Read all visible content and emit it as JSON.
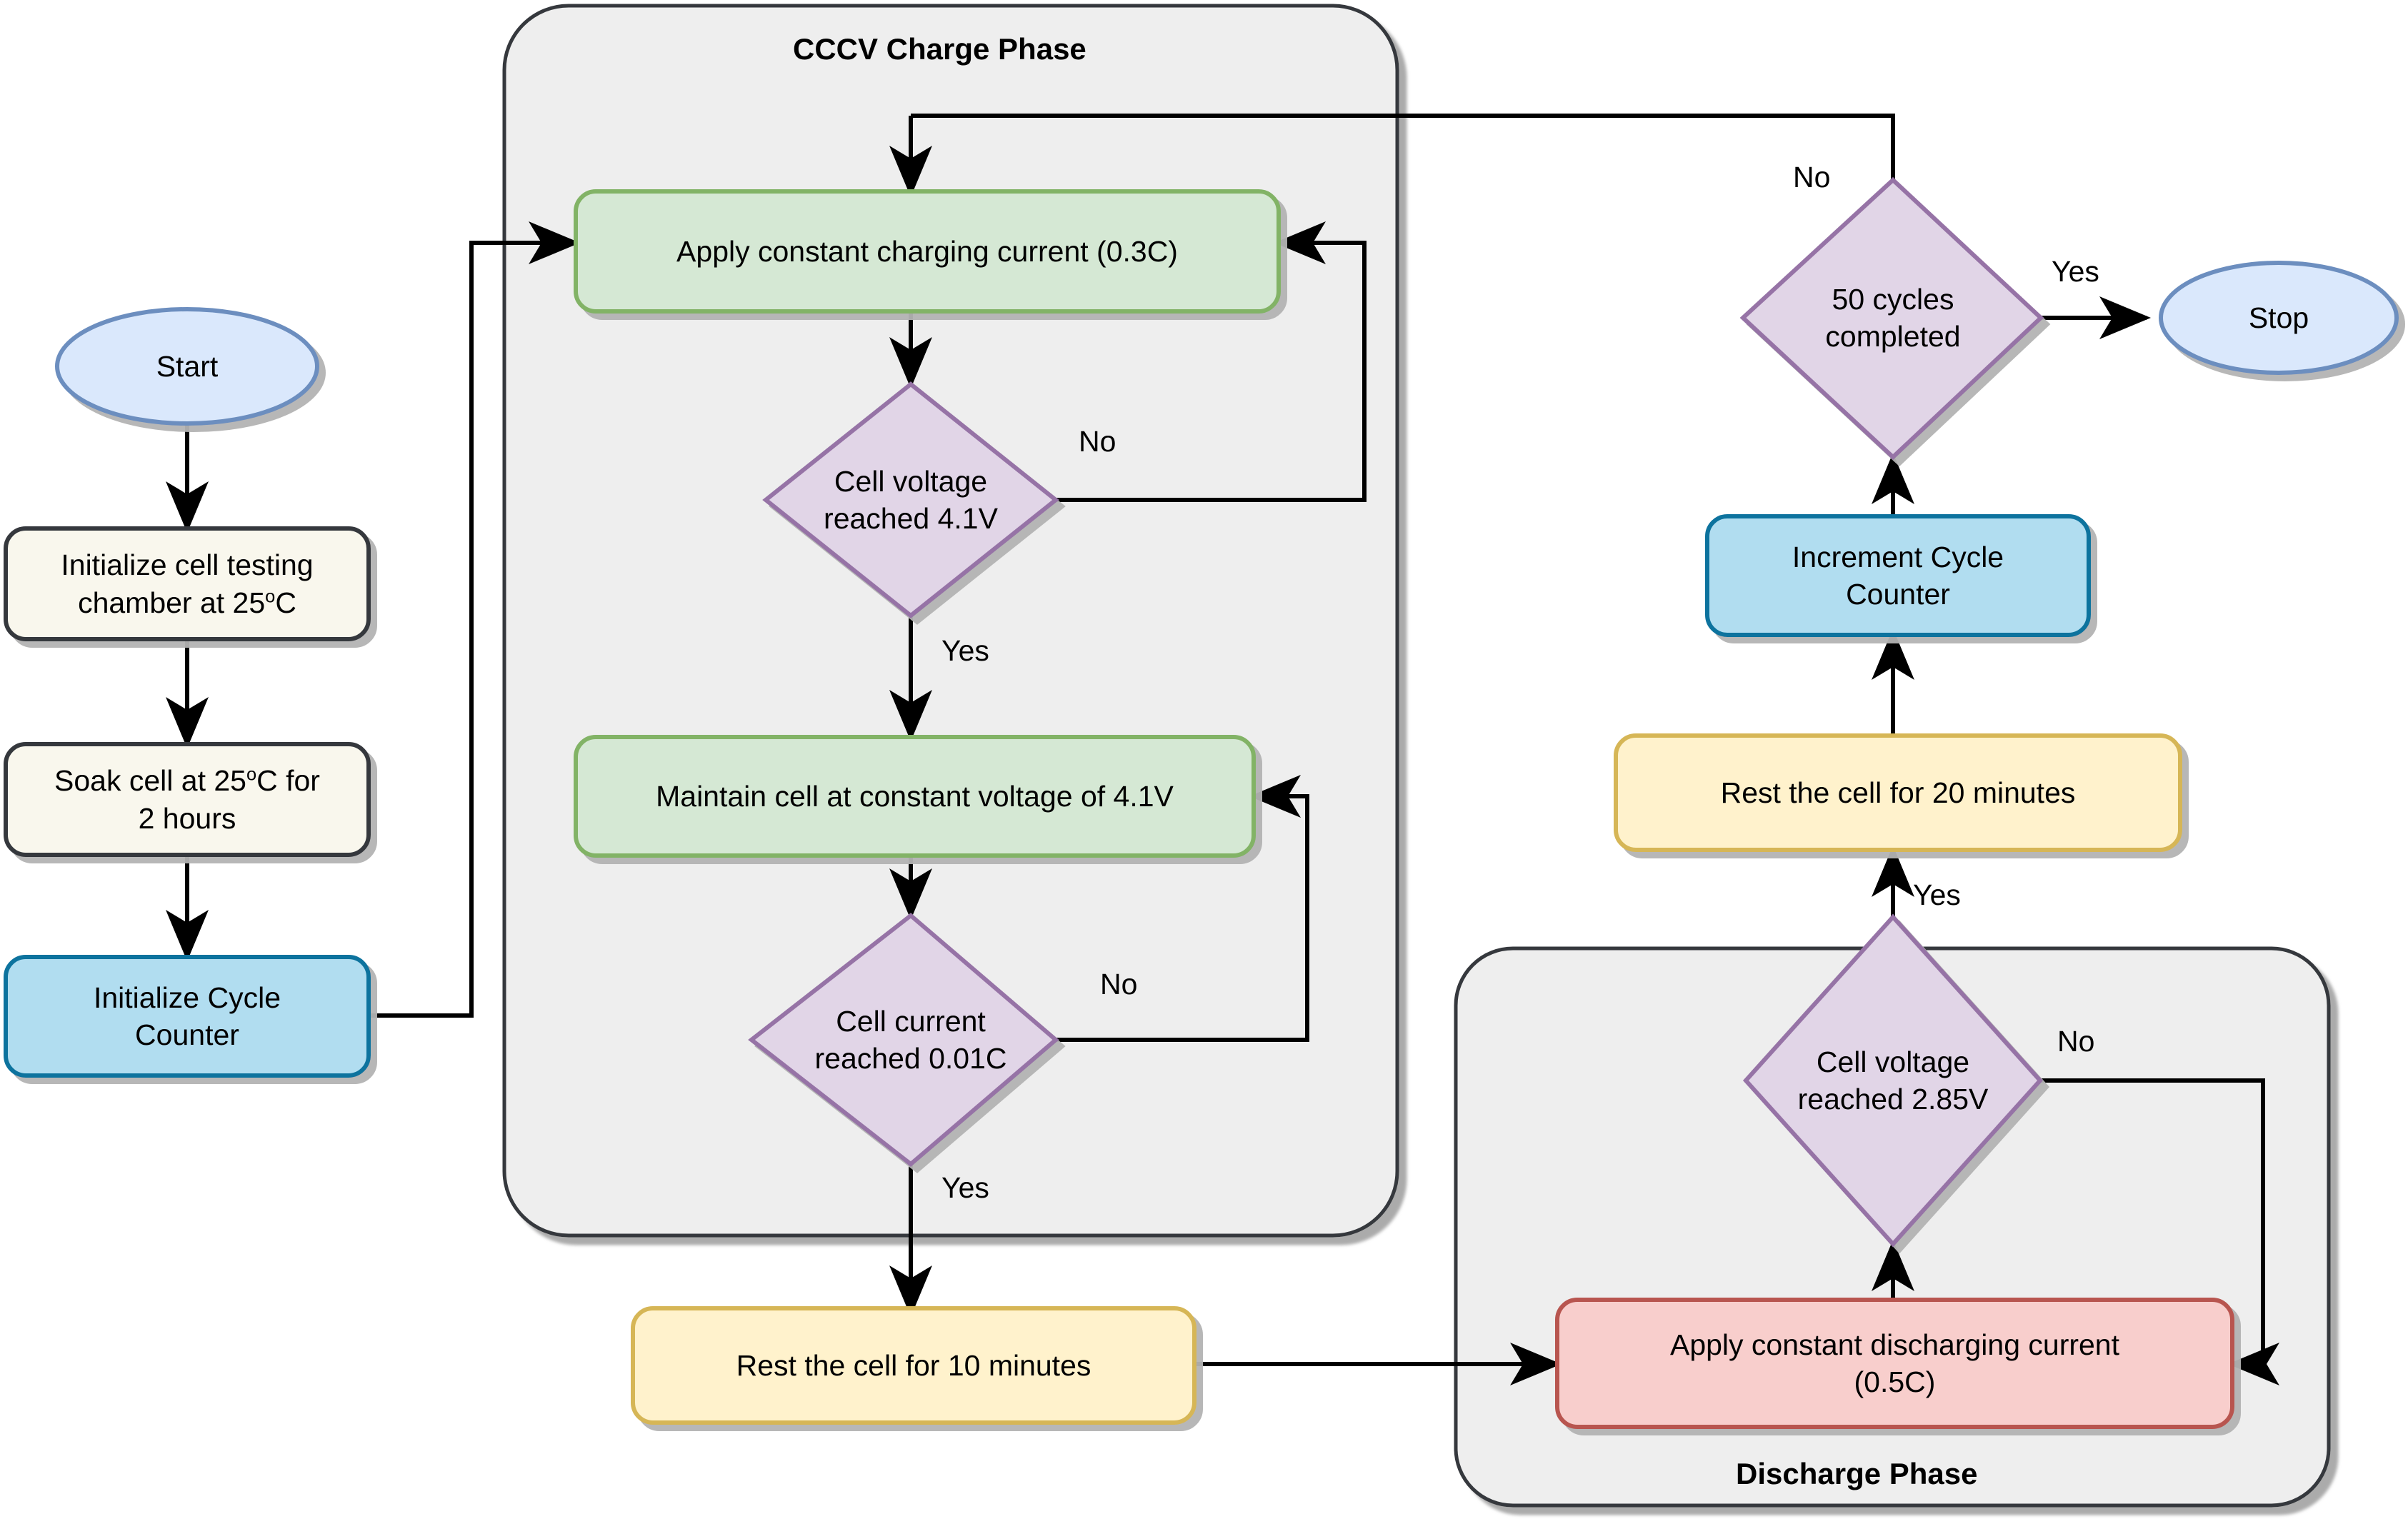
{
  "diagram": {
    "title_cccv": "CCCV Charge Phase",
    "title_discharge": "Discharge Phase"
  },
  "nodes": {
    "start": {
      "label": "Start",
      "shape": "ellipse",
      "fill": "#dae8fc",
      "stroke": "#6c8ebf"
    },
    "stop": {
      "label": "Stop",
      "shape": "ellipse",
      "fill": "#dae8fc",
      "stroke": "#6c8ebf"
    },
    "init_chamber": {
      "label_pre": "Initialize cell testing\nchamber at 25",
      "label_post": "C",
      "shape": "rounded-rect",
      "fill": "#f9f7ed",
      "stroke": "#36393d"
    },
    "soak": {
      "label_pre": "Soak cell at 25",
      "label_mid": "C for\n2 hours",
      "shape": "rounded-rect",
      "fill": "#f9f7ed",
      "stroke": "#36393d"
    },
    "init_counter": {
      "label": "Initialize Cycle\nCounter",
      "shape": "rounded-rect",
      "fill": "#b1ddf0",
      "stroke": "#10739e"
    },
    "apply_charge": {
      "label": "Apply constant charging current (0.3C)",
      "shape": "rounded-rect",
      "fill": "#d5e8d4",
      "stroke": "#82b366"
    },
    "dec_voltage_41": {
      "label": "Cell voltage\nreached 4.1V",
      "shape": "diamond",
      "fill": "#e1d5e7",
      "stroke": "#9673a6"
    },
    "maintain_cv": {
      "label": "Maintain cell at constant voltage of 4.1V",
      "shape": "rounded-rect",
      "fill": "#d5e8d4",
      "stroke": "#82b366"
    },
    "dec_current_001": {
      "label": "Cell current\nreached 0.01C",
      "shape": "diamond",
      "fill": "#e1d5e7",
      "stroke": "#9673a6"
    },
    "rest_10": {
      "label": "Rest the cell for 10 minutes",
      "shape": "rounded-rect",
      "fill": "#fff2cc",
      "stroke": "#d6b656"
    },
    "apply_discharge": {
      "label": "Apply constant discharging current\n(0.5C)",
      "shape": "rounded-rect",
      "fill": "#f8cecc",
      "stroke": "#b85450"
    },
    "dec_voltage_285": {
      "label": "Cell voltage\nreached 2.85V",
      "shape": "diamond",
      "fill": "#e1d5e7",
      "stroke": "#9673a6"
    },
    "rest_20": {
      "label": "Rest the cell for 20 minutes",
      "shape": "rounded-rect",
      "fill": "#fff2cc",
      "stroke": "#d6b656"
    },
    "increment_counter": {
      "label": "Increment Cycle\nCounter",
      "shape": "rounded-rect",
      "fill": "#b1ddf0",
      "stroke": "#10739e"
    },
    "dec_50_cycles": {
      "label": "50 cycles\ncompleted",
      "shape": "diamond",
      "fill": "#e1d5e7",
      "stroke": "#9673a6"
    }
  },
  "edge_labels": {
    "voltage41_no": "No",
    "voltage41_yes": "Yes",
    "current001_no": "No",
    "current001_yes": "Yes",
    "voltage285_no": "No",
    "voltage285_yes": "Yes",
    "cycles_no": "No",
    "cycles_yes": "Yes"
  },
  "colors": {
    "container_fill": "#eeeeee",
    "container_stroke": "#36393d",
    "edge_stroke": "#000000",
    "shadow": "#b3b3b3",
    "page_background": "#ffffff"
  }
}
